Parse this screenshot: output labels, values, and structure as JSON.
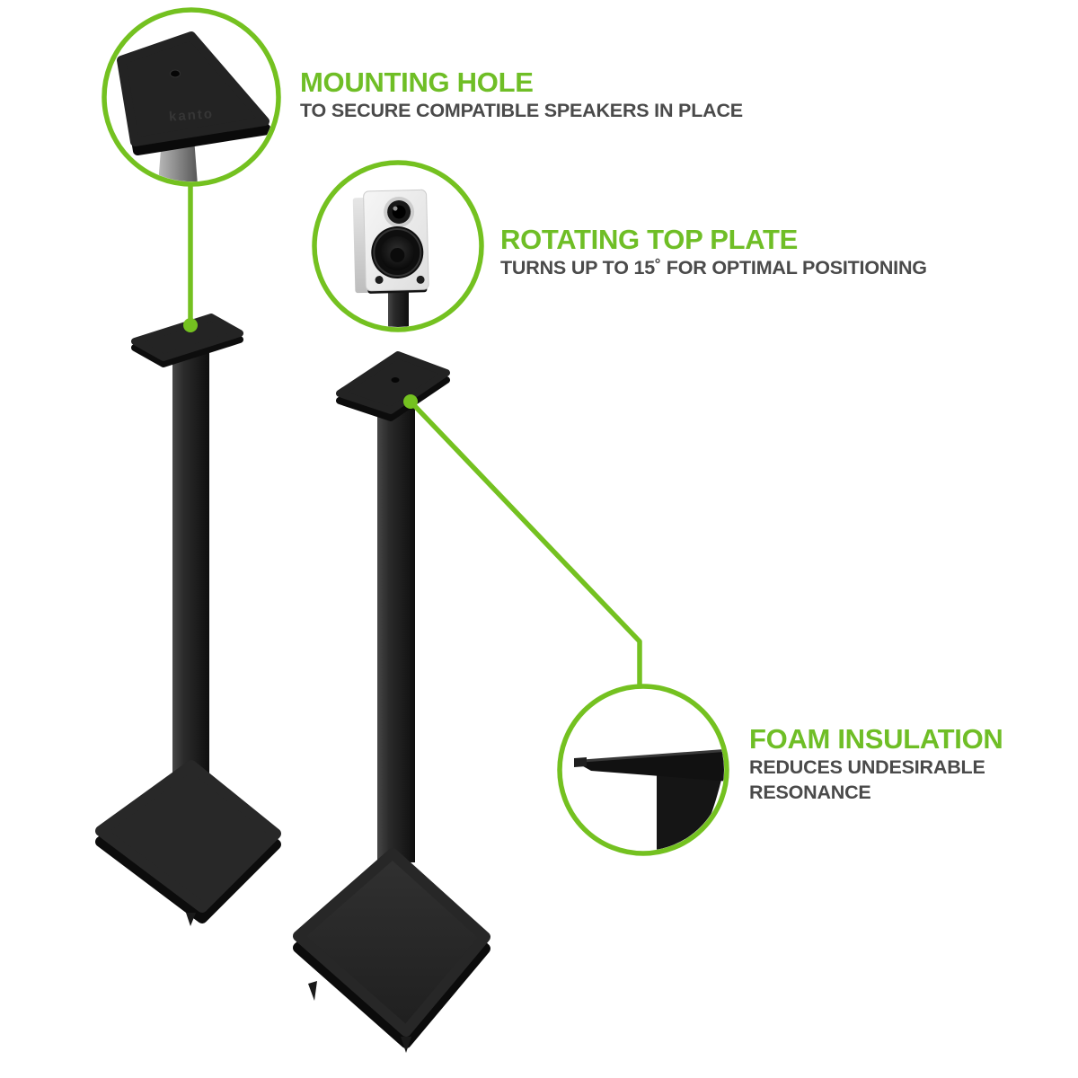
{
  "figure": {
    "callouts": [
      {
        "id": "mounting-hole",
        "title": "MOUNTING HOLE",
        "subtitle": "TO SECURE COMPATIBLE SPEAKERS IN PLACE"
      },
      {
        "id": "rotating-top-plate",
        "title": "ROTATING TOP PLATE",
        "subtitle": "TURNS UP TO 15˚ FOR OPTIMAL POSITIONING"
      },
      {
        "id": "foam-insulation",
        "title": "FOAM INSULATION",
        "subtitle": "REDUCES UNDESIRABLE RESONANCE"
      }
    ],
    "plate_logo": "kanto"
  },
  "colors": {
    "accent_green": "#74C120",
    "title_green": "#6FBE26",
    "subtitle_gray": "#4A4A4A",
    "background": "#FFFFFF",
    "product_black": "#1E1E1E"
  }
}
